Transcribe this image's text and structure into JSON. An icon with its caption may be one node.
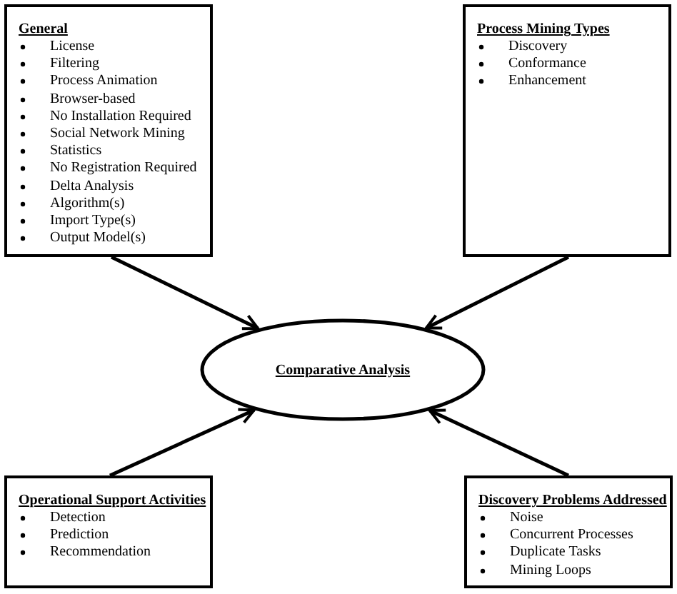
{
  "diagram": {
    "nodes": [
      {
        "text": [
          "General",
          "License",
          "Filtering",
          "Process Animation",
          "Browser-based",
          "No Installation Required",
          "Social Network Mining",
          "Statistics",
          "No Registration Required",
          "Delta Analysis",
          "Algorithm(s)",
          "Import Type(s)",
          "Output Model(s)"
        ]
      },
      {
        "text": [
          "Process Mining Types",
          "Discovery",
          "Conformance",
          "Enhancement"
        ]
      },
      {
        "text": [
          "Comparative Analysis"
        ]
      },
      {
        "text": [
          "Operational Support Activities",
          "Detection",
          "Prediction",
          "Recommendation"
        ]
      },
      {
        "text": [
          "Discovery Problems Addressed",
          "Noise",
          "Concurrent Processes",
          "Duplicate Tasks",
          "Mining Loops"
        ]
      }
    ],
    "edges": [
      {
        "from": 0,
        "to": 2,
        "arrow": "to"
      },
      {
        "from": 1,
        "to": 2,
        "arrow": "to"
      },
      {
        "from": 3,
        "to": 2,
        "arrow": "to"
      },
      {
        "from": 4,
        "to": 2,
        "arrow": "to"
      }
    ]
  }
}
